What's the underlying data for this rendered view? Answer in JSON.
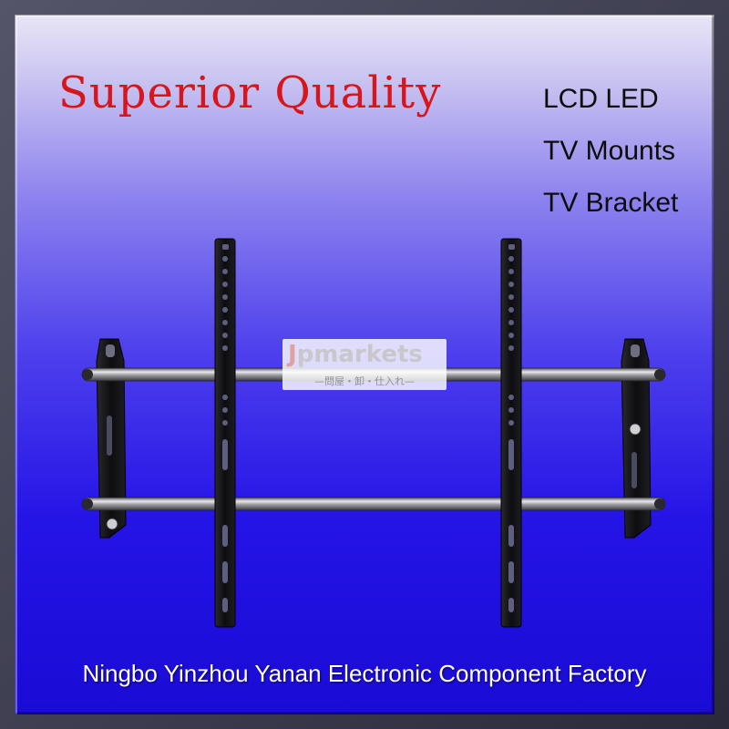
{
  "headline": "Superior Quality",
  "specs": [
    "LCD LED",
    "TV Mounts",
    "TV Bracket"
  ],
  "footer": "Ningbo Yinzhou Yanan Electronic Component Factory",
  "watermark": {
    "logo_initial": "J",
    "logo_rest": "pmarkets",
    "subtitle": "—問屋・卸・仕入れ—"
  },
  "product": {
    "object": "tv-wall-mount-bracket",
    "finish": "#121214",
    "rail_color": "#a9a9ae"
  }
}
